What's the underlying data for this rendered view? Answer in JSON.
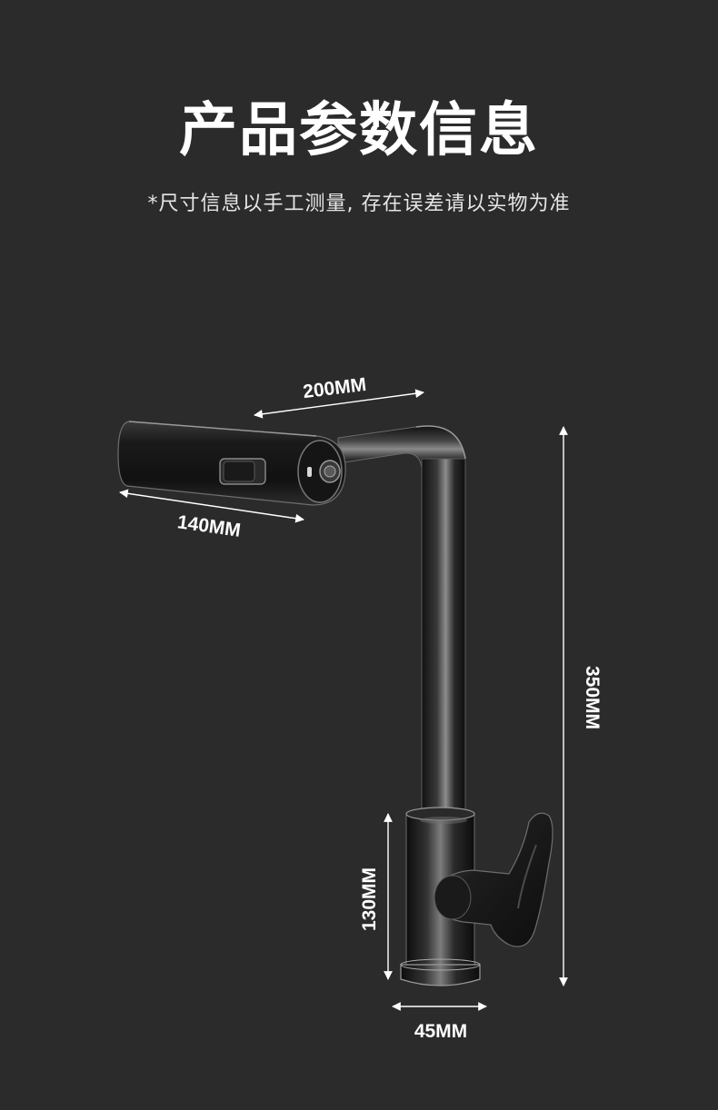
{
  "header": {
    "title": "产品参数信息",
    "subtitle": "*尺寸信息以手工测量, 存在误差请以实物为准"
  },
  "dimensions": {
    "spout_reach": "200MM",
    "pullout_head_length": "140MM",
    "total_height": "350MM",
    "body_height": "130MM",
    "base_diameter": "45MM"
  },
  "colors": {
    "background": "#2b2b2b",
    "text": "#ffffff",
    "faucet_body": "#222222",
    "highlight": "#8a8a8a"
  }
}
